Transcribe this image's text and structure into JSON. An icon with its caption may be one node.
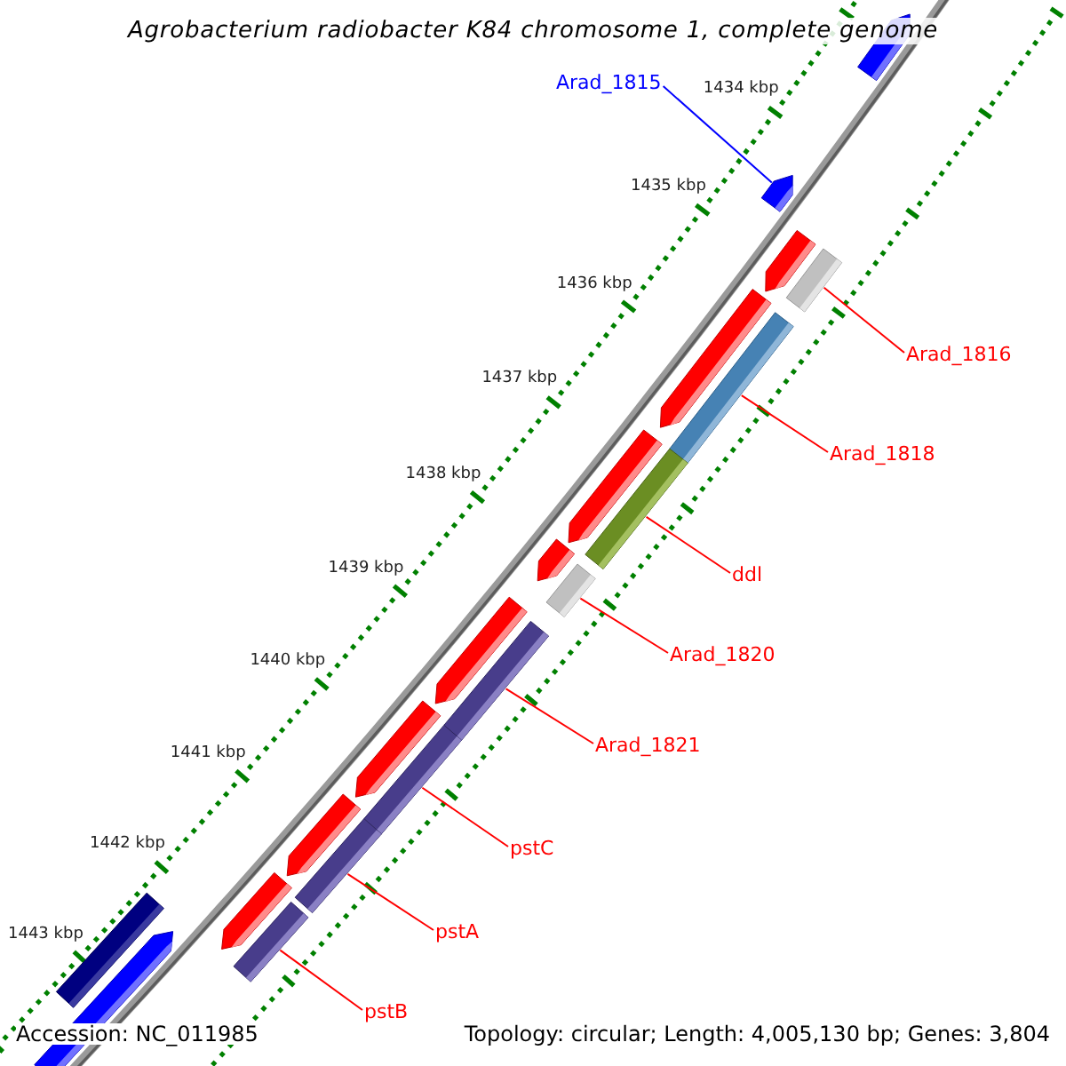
{
  "diagram": {
    "title": "Agrobacterium radiobacter K84 chromosome 1, complete genome",
    "nodes": [
      {
        "text": [
          "Arad_1815"
        ]
      },
      {
        "text": [],
        "shape": "bar"
      },
      {
        "text": [
          "Arad_1816"
        ]
      },
      {
        "text": [],
        "shape": "bar"
      },
      {
        "text": [
          "Arad_1818"
        ]
      },
      {
        "text": [],
        "shape": "bar"
      },
      {
        "text": [
          "ddl"
        ]
      },
      {
        "text": [],
        "shape": "bar"
      },
      {
        "text": [
          "Arad_1820"
        ]
      },
      {
        "text": [],
        "shape": "bar"
      },
      {
        "text": [
          "Arad_1821"
        ]
      },
      {
        "text": [],
        "shape": "bar"
      },
      {
        "text": [
          "pstC"
        ]
      },
      {
        "text": [],
        "shape": "bar"
      },
      {
        "text": [
          "pstA"
        ]
      },
      {
        "text": [],
        "shape": "bar"
      },
      {
        "text": [
          "pstB"
        ]
      },
      {
        "text": [],
        "shape": "bar"
      }
    ],
    "edges": [
      {
        "from": 0,
        "to": 1,
        "arrow": "none",
        "color": "#0000ff"
      },
      {
        "from": 2,
        "to": 3,
        "arrow": "none"
      },
      {
        "from": 4,
        "to": 5,
        "arrow": "none"
      },
      {
        "from": 6,
        "to": 7,
        "arrow": "none"
      },
      {
        "from": 8,
        "to": 9,
        "arrow": "none"
      },
      {
        "from": 10,
        "to": 11,
        "arrow": "none"
      },
      {
        "from": 12,
        "to": 13,
        "arrow": "none"
      },
      {
        "from": 14,
        "to": 15,
        "arrow": "none"
      },
      {
        "from": 16,
        "to": 17,
        "arrow": "none"
      }
    ],
    "labels": [
      "1434 kbp",
      "1435 kbp",
      "1436 kbp",
      "1437 kbp",
      "1438 kbp",
      "1439 kbp",
      "1440 kbp",
      "1441 kbp",
      "1442 kbp",
      "1443 kbp",
      "Accession: NC_011985",
      "Topology: circular; Length: 4,005,130 bp; Genes: 3,804"
    ]
  }
}
